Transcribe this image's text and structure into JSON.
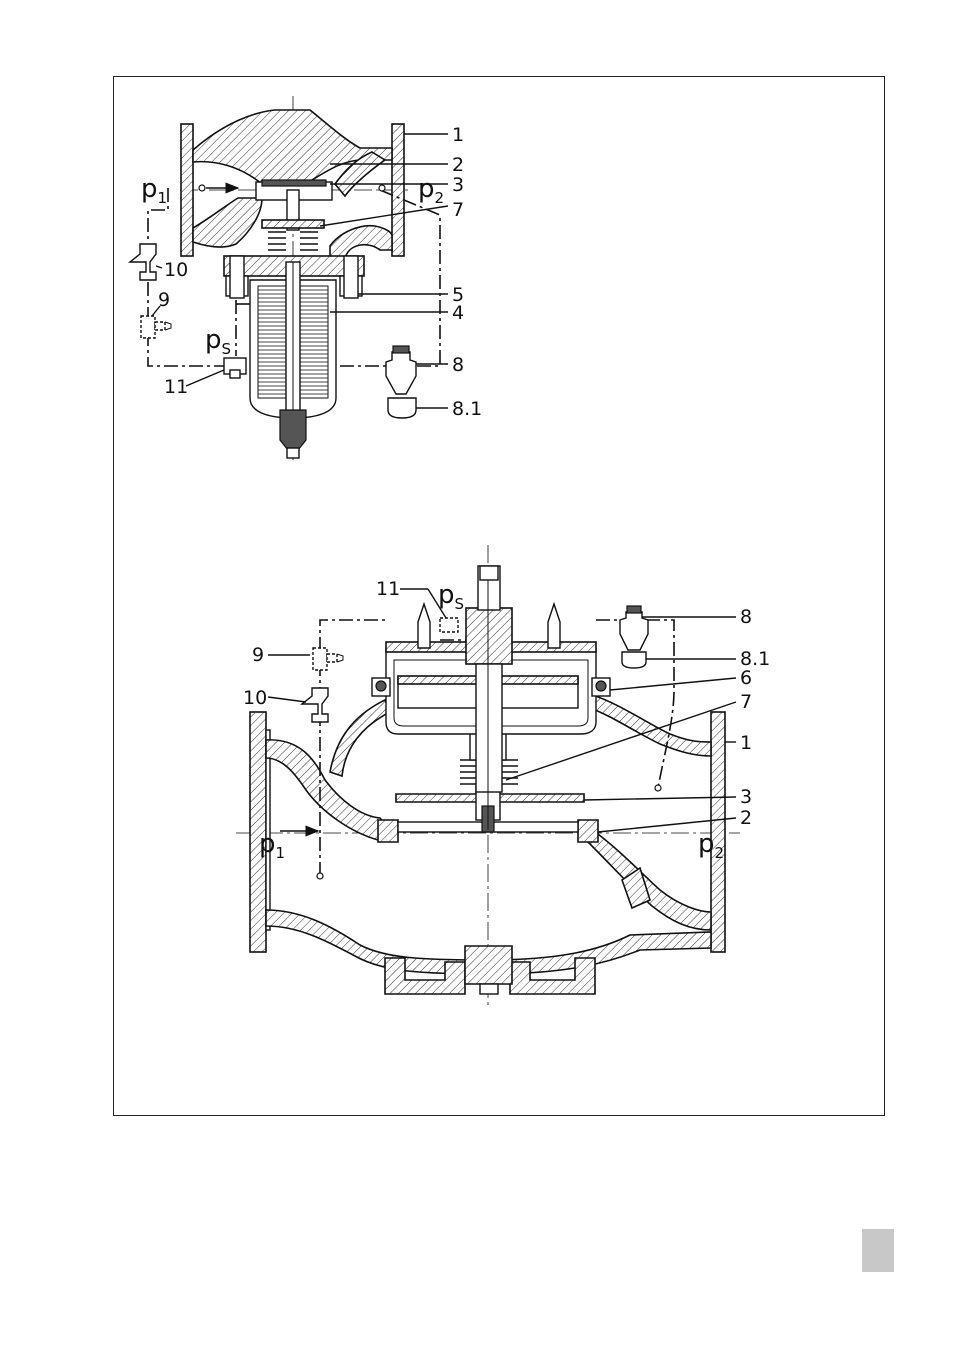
{
  "diagram_top": {
    "labels": {
      "l1": "1",
      "l2": "2",
      "l3": "3",
      "l7": "7",
      "l5": "5",
      "l4": "4",
      "l8": "8",
      "l81": "8.1",
      "l10": "10",
      "l9": "9",
      "l11": "11"
    },
    "p1": {
      "base": "p",
      "sub": "1"
    },
    "p2": {
      "base": "p",
      "sub": "2"
    },
    "ps": {
      "base": "p",
      "sub": "S"
    }
  },
  "diagram_bottom": {
    "labels": {
      "l11": "11",
      "l8": "8",
      "l81": "8.1",
      "l9": "9",
      "l6": "6",
      "l10": "10",
      "l7": "7",
      "l1": "1",
      "l3": "3",
      "l2": "2"
    },
    "p1": {
      "base": "p",
      "sub": "1"
    },
    "p2": {
      "base": "p",
      "sub": "2"
    },
    "ps": {
      "base": "p",
      "sub": "S"
    }
  },
  "colors": {
    "line": "#111111",
    "badge": "#c8c8c8"
  }
}
